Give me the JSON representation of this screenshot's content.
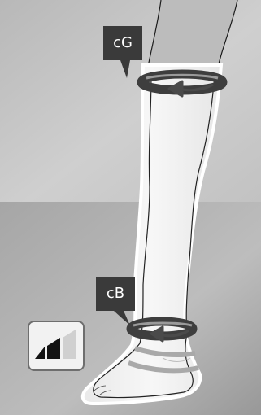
{
  "measurements": {
    "thigh_label": "cG",
    "ankle_label": "cB"
  },
  "compression_level": {
    "filled_bars": 2,
    "total_bars": 3
  },
  "colors": {
    "background_light": "#c9c9c9",
    "background_dark": "#9b9b9b",
    "stocking": "#f3f3f3",
    "label_box": "#3a3a3a",
    "label_text": "#ffffff",
    "band": "#424242",
    "arrow": "#4a4a4a"
  }
}
